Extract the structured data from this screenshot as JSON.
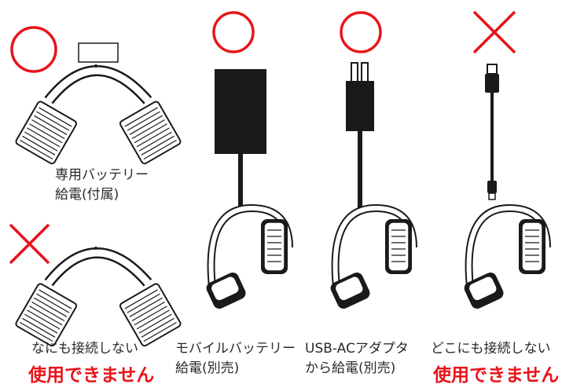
{
  "colors": {
    "ok": "#e8141b",
    "ng": "#e8141b",
    "ink": "#1a1a1a",
    "text": "#2a2a2a"
  },
  "items": [
    {
      "mark": "circle",
      "line1": "専用バッテリー",
      "line2": "給電(付属)"
    },
    {
      "mark": "circle",
      "line1": "モバイルバッテリー",
      "line2": "給電(別売)"
    },
    {
      "mark": "circle",
      "line1": "USB-ACアダプタ",
      "line2": "から給電(別売)"
    },
    {
      "mark": "cross",
      "line1": "どこにも接続しない",
      "warning": "使用できません"
    },
    {
      "mark": "cross",
      "line1": "なにも接続しない",
      "warning": "使用できません"
    }
  ]
}
